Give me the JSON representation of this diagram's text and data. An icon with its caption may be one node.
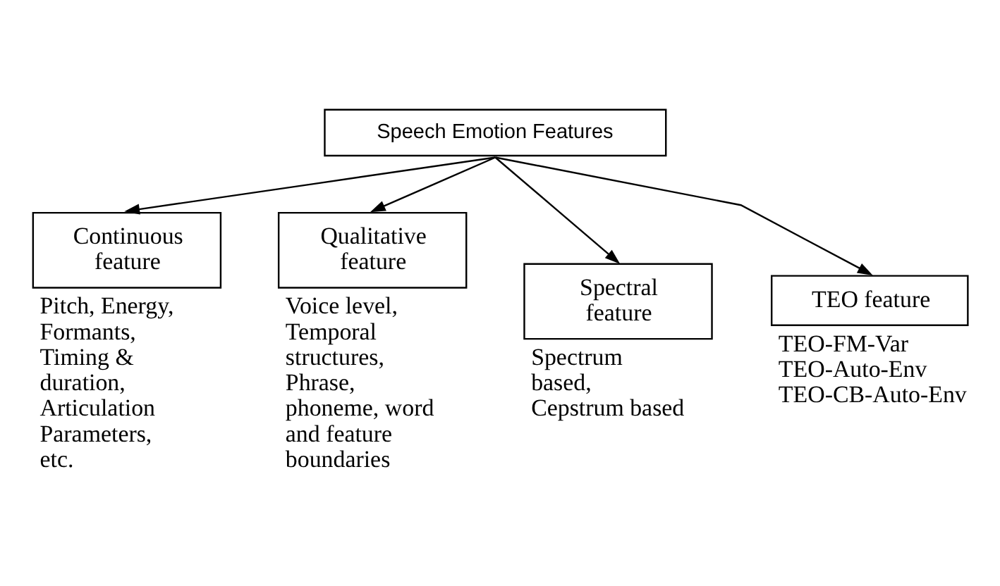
{
  "diagram": {
    "nodes": [
      {
        "text": [
          "Speech Emotion Features"
        ]
      },
      {
        "text": [
          "Continuous feature"
        ],
        "beside": [
          "Pitch, Energy, Formants, Timing & duration, Articulation Parameters, etc."
        ]
      },
      {
        "text": [
          "Qualitative feature"
        ],
        "beside": [
          "Voice level, Temporal structures, Phrase, phoneme, word and feature boundaries"
        ]
      },
      {
        "text": [
          "Spectral feature"
        ],
        "beside": [
          "Spectrum based, Cepstrum based"
        ]
      },
      {
        "text": [
          "TEO feature"
        ],
        "beside": [
          "TEO-FM-Var TEO-Auto-Env TEO-CB-Auto-Env"
        ]
      }
    ],
    "edges": [
      {
        "from": 0,
        "to": 1,
        "arrow": "to"
      },
      {
        "from": 0,
        "to": 2,
        "arrow": "to"
      },
      {
        "from": 0,
        "to": 3,
        "arrow": "to"
      },
      {
        "from": 0,
        "to": 4,
        "arrow": "to"
      }
    ]
  }
}
